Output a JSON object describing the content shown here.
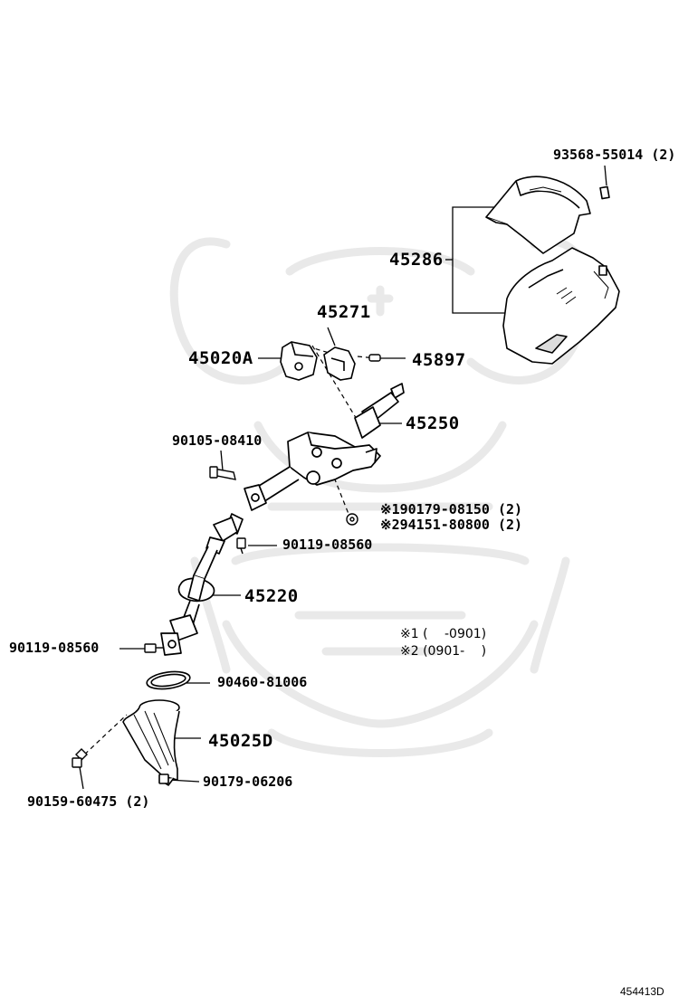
{
  "colors": {
    "ink": "#000000",
    "watermark": "#e9e9e9",
    "paper": "#ffffff"
  },
  "labels": {
    "p93568": "93568-55014 (2)",
    "p45286": "45286",
    "p45271": "45271",
    "p45020a": "45020A",
    "p45897": "45897",
    "p45250": "45250",
    "p90105": "90105-08410",
    "p90179_1": "※190179-08150 (2)",
    "p94151_2": "※294151-80800 (2)",
    "p90119_top": "90119-08560",
    "p45220": "45220",
    "p90119_left": "90119-08560",
    "p90460": "90460-81006",
    "p45025d": "45025D",
    "p90179_b": "90179-06206",
    "p90159": "90159-60475 (2)"
  },
  "notes": {
    "n1": "※1 (　 -0901)",
    "n2": "※2 (0901-　 )"
  },
  "diagram_code": "454413D"
}
